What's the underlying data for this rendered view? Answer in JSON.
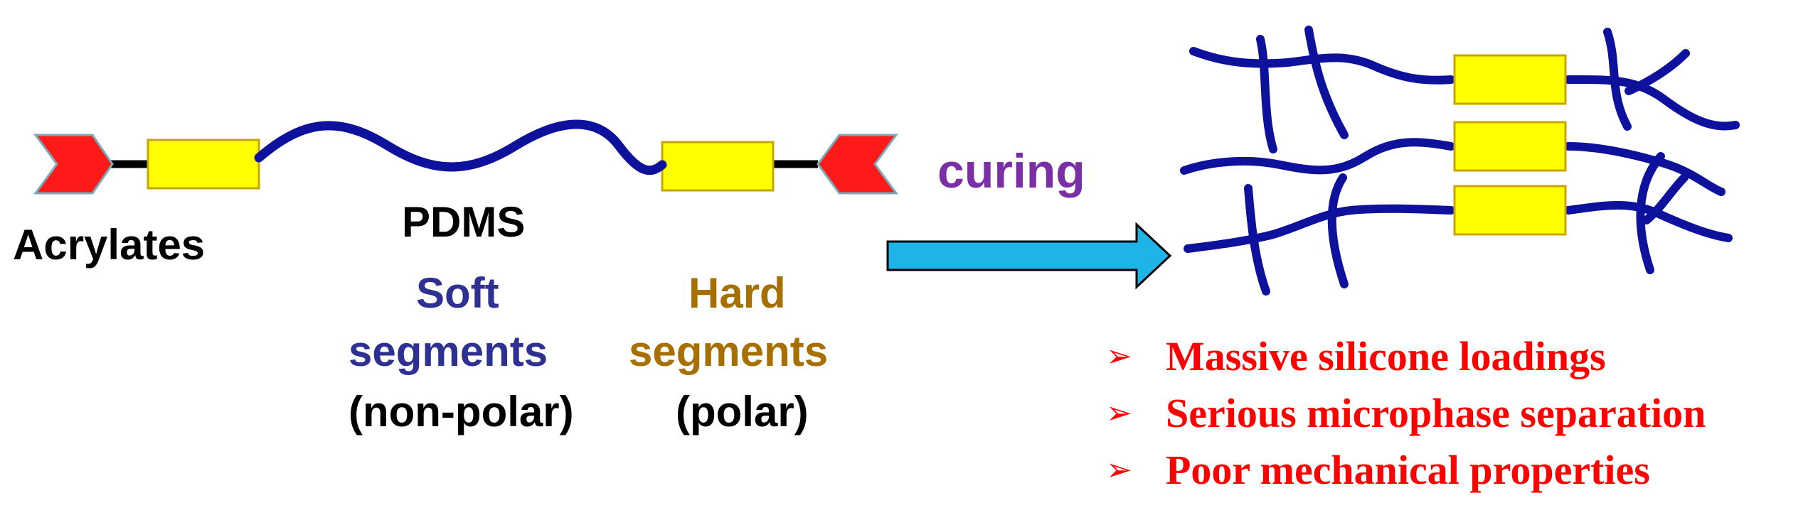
{
  "labels": {
    "acrylates": "Acrylates",
    "pdms": "PDMS",
    "soft_line1": "Soft",
    "soft_line2": "segments",
    "non_polar": "(non-polar)",
    "hard_line1": "Hard",
    "hard_line2": "segments",
    "polar": "(polar)",
    "curing": "curing"
  },
  "bullets": [
    {
      "marker": "➢",
      "text": "Massive silicone loadings"
    },
    {
      "marker": "➢",
      "text": "Serious microphase separation"
    },
    {
      "marker": "➢",
      "text": "Poor mechanical properties"
    }
  ],
  "colors": {
    "chain": "#0d119c",
    "hard_block": "#ffff00",
    "hard_block_border": "#c8a400",
    "acrylate_end": "#ff1a1a",
    "arrow": "#1eb4e8",
    "soft_text": "#2e3192",
    "hard_text": "#a66f00",
    "curing_text": "#7a2fa6",
    "bullet_text": "#ff0000"
  },
  "icons": {
    "acrylate_end": "red-chevron-end-group",
    "hard_segment": "yellow-rectangle-block",
    "soft_segment": "blue-wavy-chain",
    "process_arrow": "cyan-right-arrow"
  }
}
